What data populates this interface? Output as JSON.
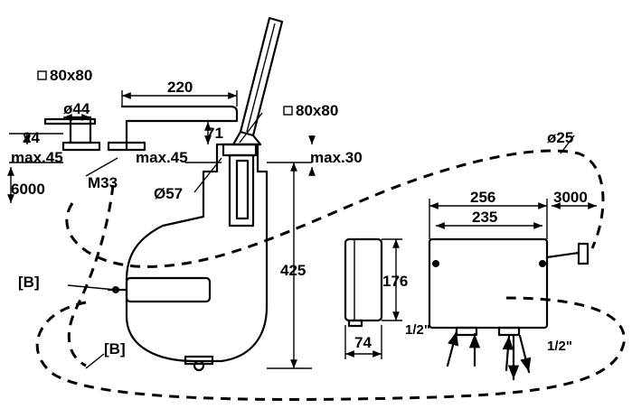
{
  "labels": {
    "square_80_left": "80x80",
    "square_80_right": "80x80",
    "dia_44": "ø44",
    "dim_220": "220",
    "dim_24": "24",
    "dim_71": "71",
    "max45_left": "max.45",
    "max45_right": "max.45",
    "max30": "max.30",
    "dim_6000": "6000",
    "thread_m33": "M33",
    "dia_57": "Ø57",
    "dim_425": "425",
    "dia_25": "ø25",
    "dim_256": "256",
    "dim_235": "235",
    "dim_3000": "3000",
    "dim_176": "176",
    "dim_74": "74",
    "port_half_left": "1/2\"",
    "port_half_right": "1/2\"",
    "ref_b_upper": "[B]",
    "ref_b_lower": "[B]"
  }
}
